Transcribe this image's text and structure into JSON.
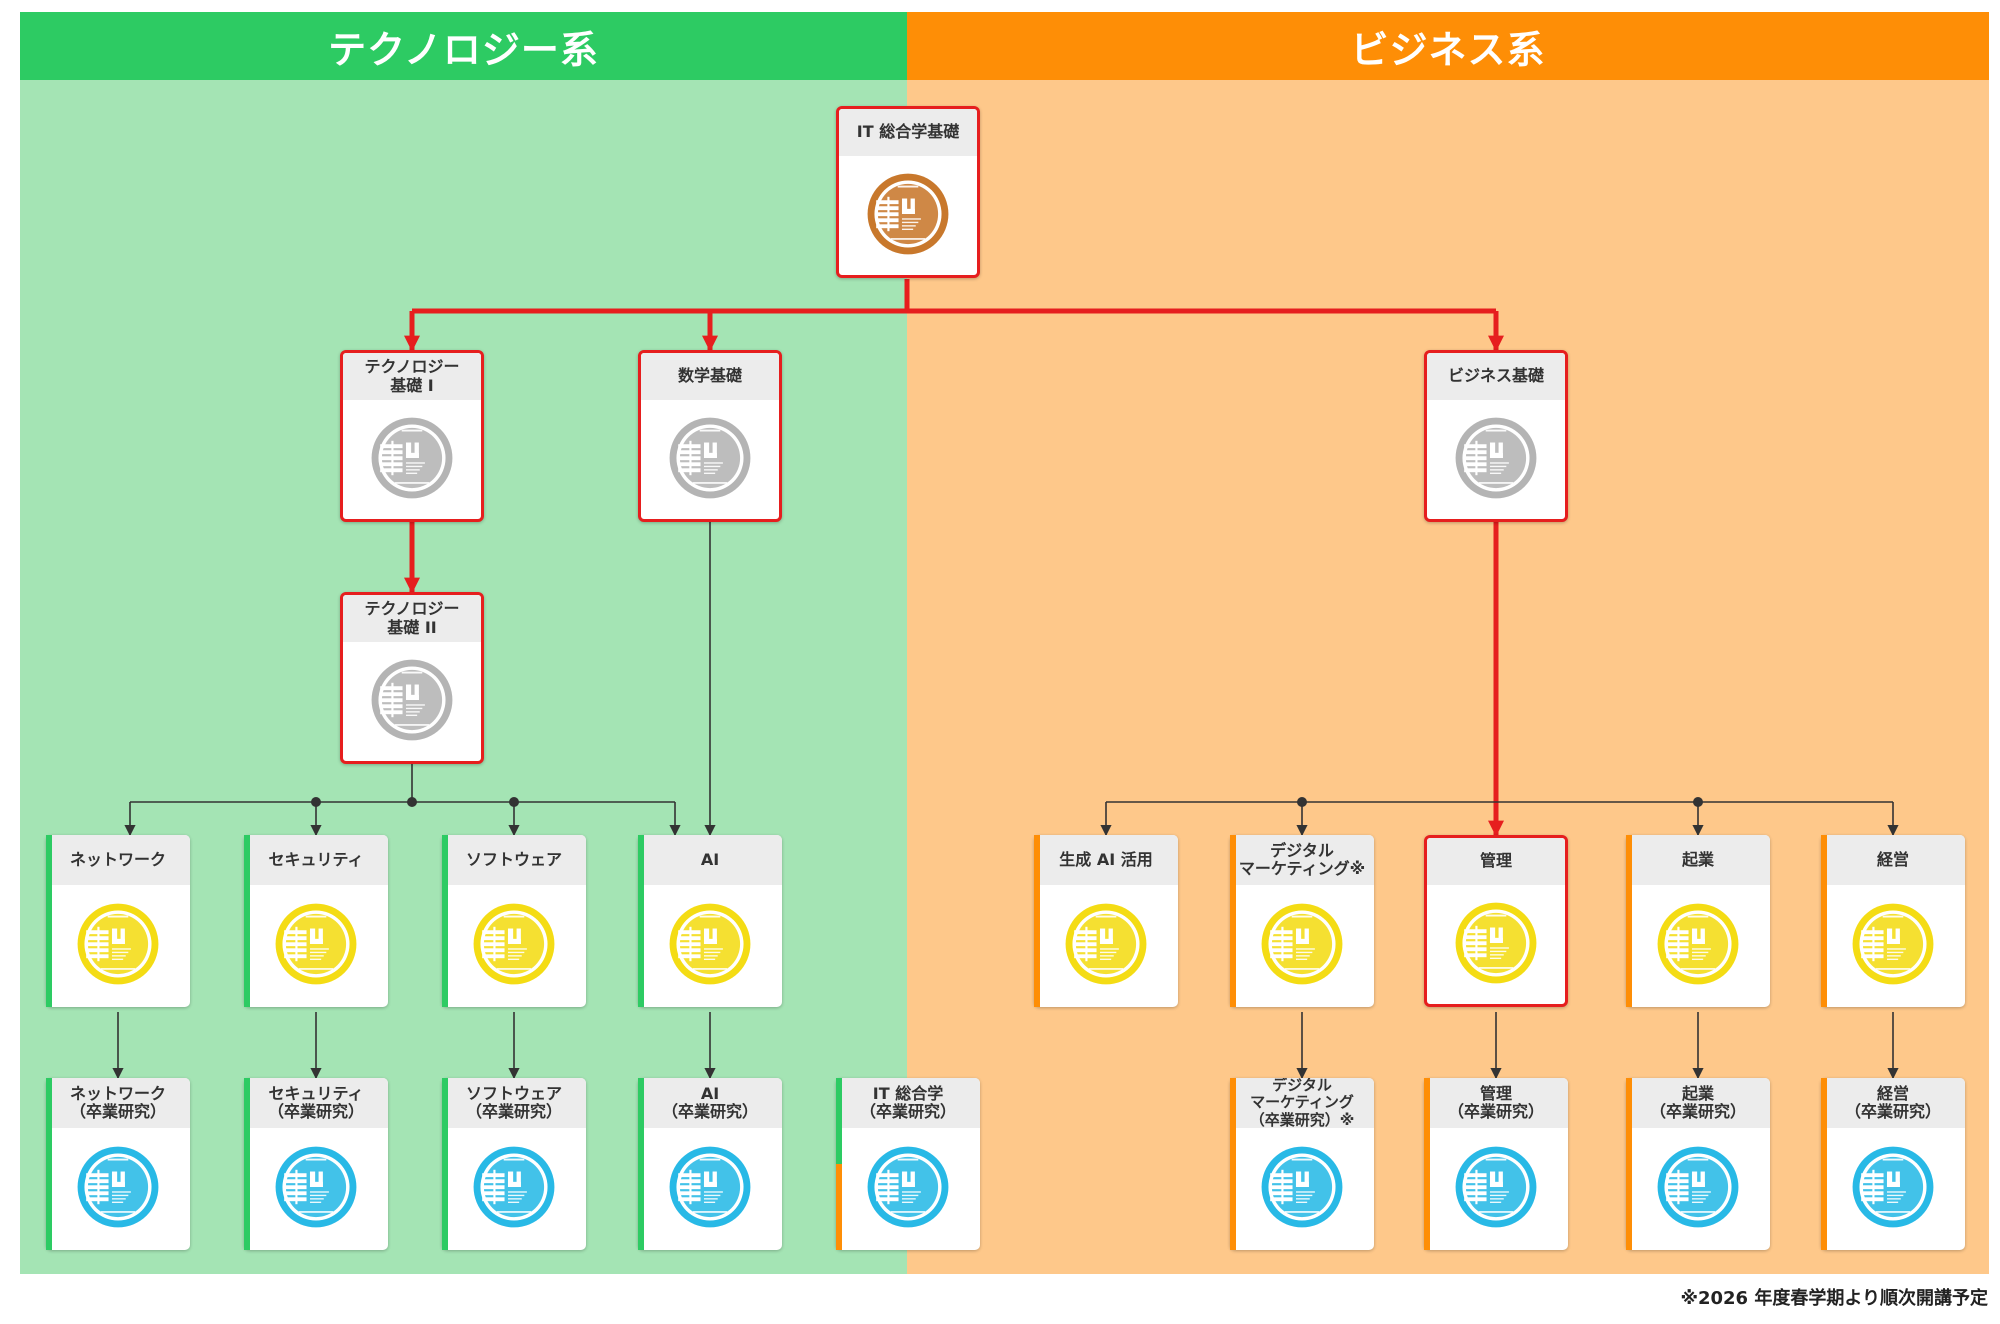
{
  "sections": {
    "tech": "テクノロジー系",
    "biz": "ビジネス系"
  },
  "courses": {
    "it_general_basics": "IT 総合学基礎",
    "tech_basics_1": "テクノロジー\n基礎 I",
    "math_basics": "数学基礎",
    "biz_basics": "ビジネス基礎",
    "tech_basics_2": "テクノロジー\n基礎 II",
    "network": "ネットワーク",
    "security": "セキュリティ",
    "software": "ソフトウェア",
    "ai": "AI",
    "gen_ai": "生成 AI 活用",
    "digital_marketing": "デジタル\nマーケティング※",
    "management": "管理",
    "startup": "起業",
    "business_admin": "経営",
    "network_thesis": "ネットワーク\n（卒業研究）",
    "security_thesis": "セキュリティ\n（卒業研究）",
    "software_thesis": "ソフトウェア\n（卒業研究）",
    "ai_thesis": "AI\n（卒業研究）",
    "it_general_thesis": "IT 総合学\n（卒業研究）",
    "digital_marketing_thesis": "デジタル\nマーケティング\n（卒業研究）※",
    "management_thesis": "管理\n（卒業研究）",
    "startup_thesis": "起業\n（卒業研究）",
    "business_admin_thesis": "経営\n（卒業研究）"
  },
  "badge_colors": {
    "bronze": "#c8782c",
    "silver": "#b4b4b4",
    "gold": "#f4dc14",
    "blue": "#28b9e6"
  },
  "line_colors": {
    "core_path": "#e61e1e",
    "branch": "#333333"
  },
  "footnote": "※2026 年度春学期より順次開講予定"
}
